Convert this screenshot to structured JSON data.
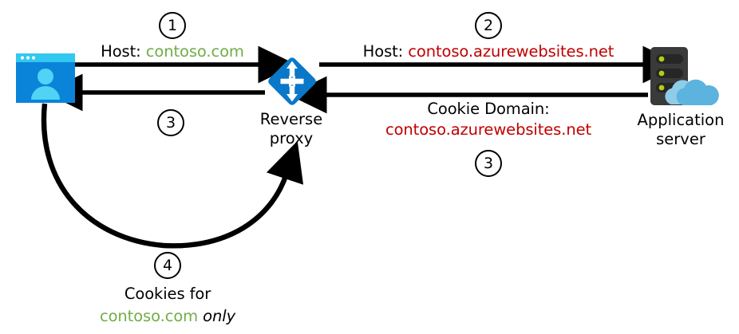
{
  "diagram": {
    "title": "Reverse proxy host header and cookie domain rewrite flow",
    "colors": {
      "green": "#70AD47",
      "red": "#C00000",
      "black": "#000000",
      "browser_blue": "#0A84D8",
      "browser_titlebar": "#32C8F0",
      "browser_person": "#4FD4F5",
      "proxy_blue": "#0A78C8",
      "server_dark": "#3A3A3A",
      "server_led": "#B5CC18",
      "cloud_blue": "#64B9E0",
      "white": "#FFFFFF"
    },
    "nodes": [
      {
        "id": "browser",
        "icon": "browser-user-window-icon",
        "caption": ""
      },
      {
        "id": "reverse-proxy",
        "icon": "reverse-proxy-diamond-icon",
        "caption_line1": "Reverse",
        "caption_line2": "proxy"
      },
      {
        "id": "application-server",
        "icon": "application-server-cloud-icon",
        "caption_line1": "Application",
        "caption_line2": "server"
      }
    ],
    "steps": [
      {
        "number": "1",
        "name": "step-1-badge"
      },
      {
        "number": "2",
        "name": "step-2-badge"
      },
      {
        "number": "3",
        "name": "step-3-left-badge"
      },
      {
        "number": "3",
        "name": "step-3-right-badge"
      },
      {
        "number": "4",
        "name": "step-4-badge"
      }
    ],
    "labels": {
      "step1_prefix": "Host: ",
      "step1_domain": "contoso.com",
      "step2_prefix": "Host: ",
      "step2_domain": "contoso.azurewebsites.net",
      "step3_right_line1": "Cookie Domain:",
      "step3_right_line2": "contoso.azurewebsites.net",
      "step4_line1": "Cookies for",
      "step4_domain": "contoso.com",
      "step4_suffix": "only"
    },
    "arrows": [
      {
        "name": "arrow-browser-to-proxy",
        "direction": "right",
        "step": "1"
      },
      {
        "name": "arrow-proxy-to-browser",
        "direction": "left",
        "step": "3"
      },
      {
        "name": "arrow-proxy-to-server",
        "direction": "right",
        "step": "2"
      },
      {
        "name": "arrow-server-to-proxy",
        "direction": "left",
        "step": "3"
      },
      {
        "name": "arrow-browser-to-proxy-curved",
        "direction": "curved-up-right",
        "step": "4"
      }
    ]
  }
}
